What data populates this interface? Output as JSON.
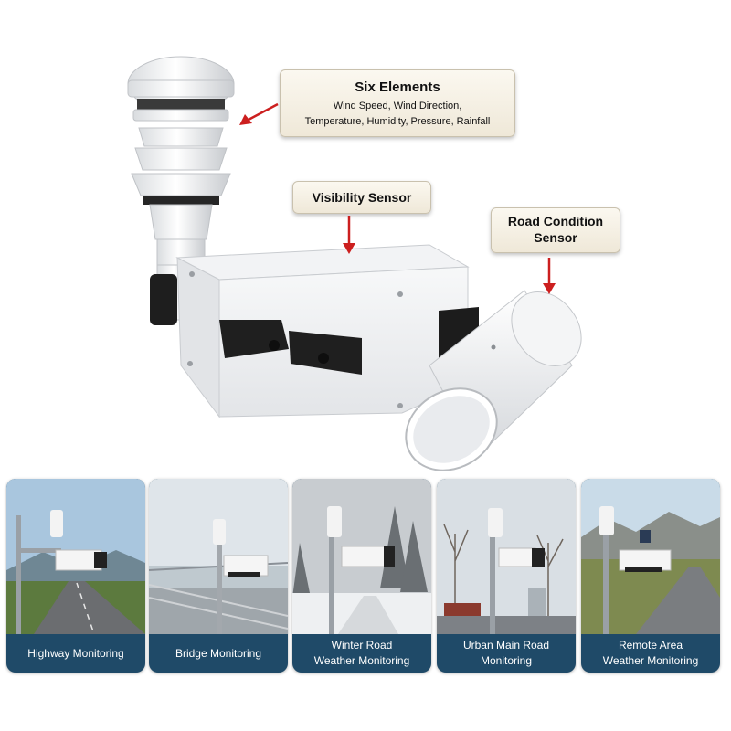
{
  "callouts": {
    "six_elements": {
      "title": "Six Elements",
      "line1": "Wind Speed, Wind Direction,",
      "line2": "Temperature, Humidity, Pressure, Rainfall"
    },
    "visibility": {
      "title": "Visibility Sensor"
    },
    "road_condition": {
      "title_line1": "Road Condition",
      "title_line2": "Sensor"
    }
  },
  "applications": [
    {
      "line1": "Highway Monitoring",
      "line2": ""
    },
    {
      "line1": "Bridge Monitoring",
      "line2": ""
    },
    {
      "line1": "Winter Road",
      "line2": "Weather Monitoring"
    },
    {
      "line1": "Urban Main Road",
      "line2": "Monitoring"
    },
    {
      "line1": "Remote Area",
      "line2": "Weather Monitoring"
    }
  ],
  "colors": {
    "arrow": "#cc1f1f",
    "caption_bg": "#1f4a68",
    "callout_border": "#c9c1ae"
  }
}
